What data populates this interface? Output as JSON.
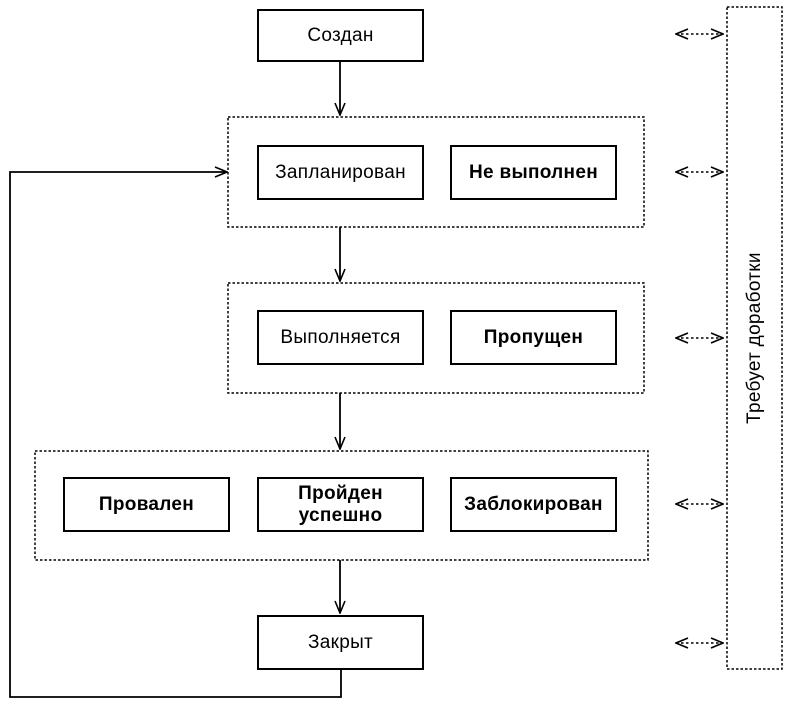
{
  "nodes": {
    "created": "Создан",
    "planned": "Запланирован",
    "not_executed": "Не выполнен",
    "in_progress": "Выполняется",
    "skipped": "Пропущен",
    "failed": "Провален",
    "passed": "Пройден успешно",
    "blocked": "Заблокирован",
    "closed": "Закрыт",
    "rework": "Требует доработки"
  },
  "groups": [
    {
      "name": "planned-group",
      "members": [
        "Запланирован",
        "Не выполнен"
      ]
    },
    {
      "name": "executing-group",
      "members": [
        "Выполняется",
        "Пропущен"
      ]
    },
    {
      "name": "result-group",
      "members": [
        "Провален",
        "Пройден успешно",
        "Заблокирован"
      ]
    }
  ],
  "edges": [
    {
      "from": "Создан",
      "to": "planned-group",
      "type": "solid-arrow"
    },
    {
      "from": "planned-group",
      "to": "executing-group",
      "type": "solid-arrow"
    },
    {
      "from": "executing-group",
      "to": "result-group",
      "type": "solid-arrow"
    },
    {
      "from": "result-group",
      "to": "Закрыт",
      "type": "solid-arrow"
    },
    {
      "from": "Закрыт",
      "to": "planned-group",
      "type": "solid-arrow-feedback-loop"
    },
    {
      "between": "Требует доработки",
      "and": "Создан",
      "type": "dashed-double-arrow"
    },
    {
      "between": "Требует доработки",
      "and": "planned-group",
      "type": "dashed-double-arrow"
    },
    {
      "between": "Требует доработки",
      "and": "executing-group",
      "type": "dashed-double-arrow"
    },
    {
      "between": "Требует доработки",
      "and": "result-group",
      "type": "dashed-double-arrow"
    },
    {
      "between": "Требует доработки",
      "and": "Закрыт",
      "type": "dashed-double-arrow"
    }
  ],
  "colors": {
    "line": "#000000",
    "background": "#ffffff",
    "text": "#000000"
  }
}
